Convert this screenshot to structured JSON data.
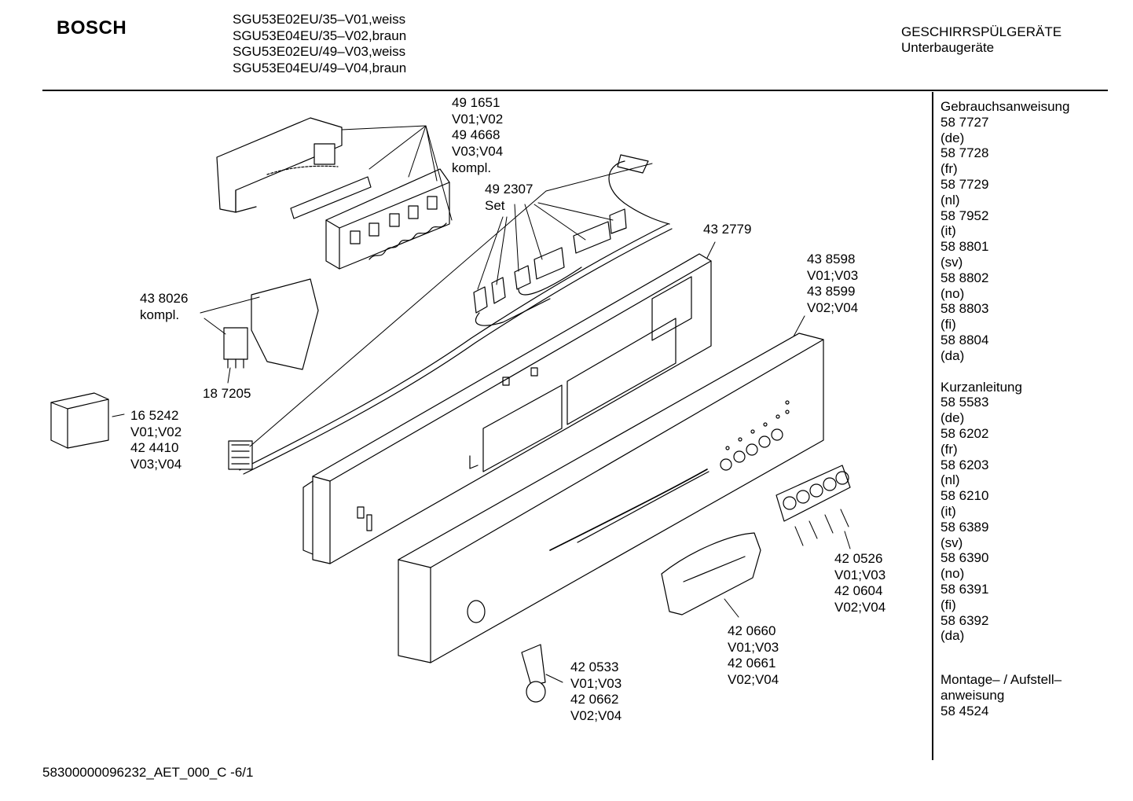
{
  "header": {
    "brand": "BOSCH",
    "models": [
      "SGU53E02EU/35–V01,weiss",
      "SGU53E04EU/35–V02,braun",
      "SGU53E02EU/49–V03,weiss",
      "SGU53E04EU/49–V04,braun"
    ],
    "category": [
      "GESCHIRRSPÜLGERÄTE",
      "Unterbaugeräte"
    ]
  },
  "sidebar": {
    "groups": [
      {
        "lines": [
          "Gebrauchsanweisung",
          "58 7727",
          "(de)",
          "58 7728",
          "(fr)",
          "58 7729",
          "(nl)",
          "58 7952",
          "(it)",
          "58 8801",
          "(sv)",
          "58 8802",
          "(no)",
          "58 8803",
          "(fi)",
          "58 8804",
          "(da)"
        ]
      },
      {
        "lines": [
          "Kurzanleitung",
          "58 5583",
          "(de)",
          "58 6202",
          "(fr)",
          "58 6203",
          "(nl)",
          "58 6210",
          "(it)",
          "58 6389",
          "(sv)",
          "58 6390",
          "(no)",
          "58 6391",
          "(fi)",
          "58 6392",
          "(da)"
        ]
      },
      {
        "lines": [
          "Montage– / Aufstell–",
          "anweisung",
          "58 4524"
        ]
      }
    ]
  },
  "parts": [
    {
      "id": "p491651",
      "lines": [
        "49 1651",
        "V01;V02",
        "49 4668",
        "V03;V04",
        "kompl."
      ]
    },
    {
      "id": "p492307",
      "lines": [
        "49 2307",
        "Set"
      ]
    },
    {
      "id": "p432779",
      "lines": [
        "43 2779"
      ]
    },
    {
      "id": "p438598",
      "lines": [
        "43 8598",
        "V01;V03",
        "43 8599",
        "V02;V04"
      ]
    },
    {
      "id": "p438026",
      "lines": [
        "43 8026",
        "kompl."
      ]
    },
    {
      "id": "p187205",
      "lines": [
        "18 7205"
      ]
    },
    {
      "id": "p165242",
      "lines": [
        "16 5242",
        "V01;V02",
        "42 4410",
        "V03;V04"
      ]
    },
    {
      "id": "p420526",
      "lines": [
        "42 0526",
        "V01;V03",
        "42 0604",
        "V02;V04"
      ]
    },
    {
      "id": "p420660",
      "lines": [
        "42 0660",
        "V01;V03",
        "42 0661",
        "V02;V04"
      ]
    },
    {
      "id": "p420533",
      "lines": [
        "42 0533",
        "V01;V03",
        "42 0662",
        "V02;V04"
      ]
    }
  ],
  "footer": "58300000096232_AET_000_C -6/1"
}
